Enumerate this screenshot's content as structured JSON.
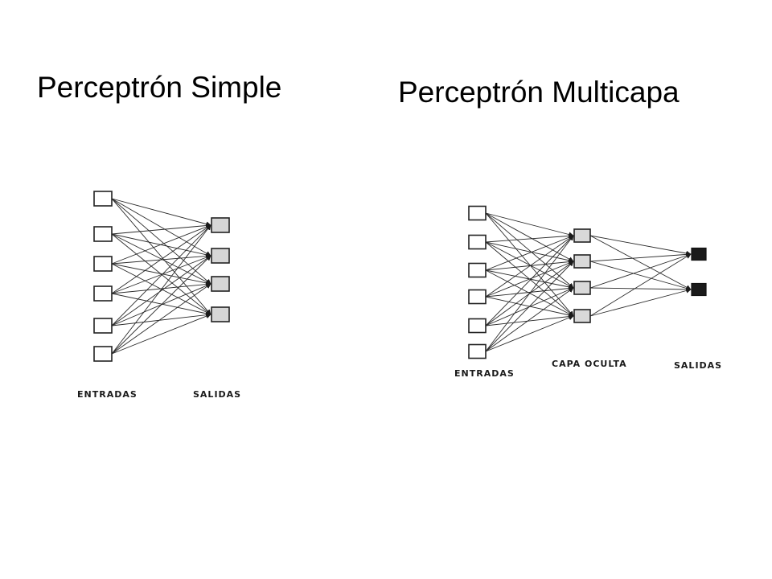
{
  "slide": {
    "title_simple": "Perceptrón Simple",
    "title_multicapa": "Perceptrón Multicapa"
  },
  "simple_network": {
    "labels": {
      "inputs": "ENTRADAS",
      "outputs": "SALIDAS"
    },
    "input_count": 6,
    "output_count": 4
  },
  "multilayer_network": {
    "labels": {
      "inputs": "ENTRADAS",
      "hidden": "CAPA OCULTA",
      "outputs": "SALIDAS"
    },
    "input_count": 6,
    "hidden_count": 4,
    "output_count": 2
  },
  "colors": {
    "edge": "#2a2a2a",
    "input_node": "#ffffff",
    "hidden_node": "#d9d9d9",
    "multilayer_output_node": "#1a1a1a"
  }
}
